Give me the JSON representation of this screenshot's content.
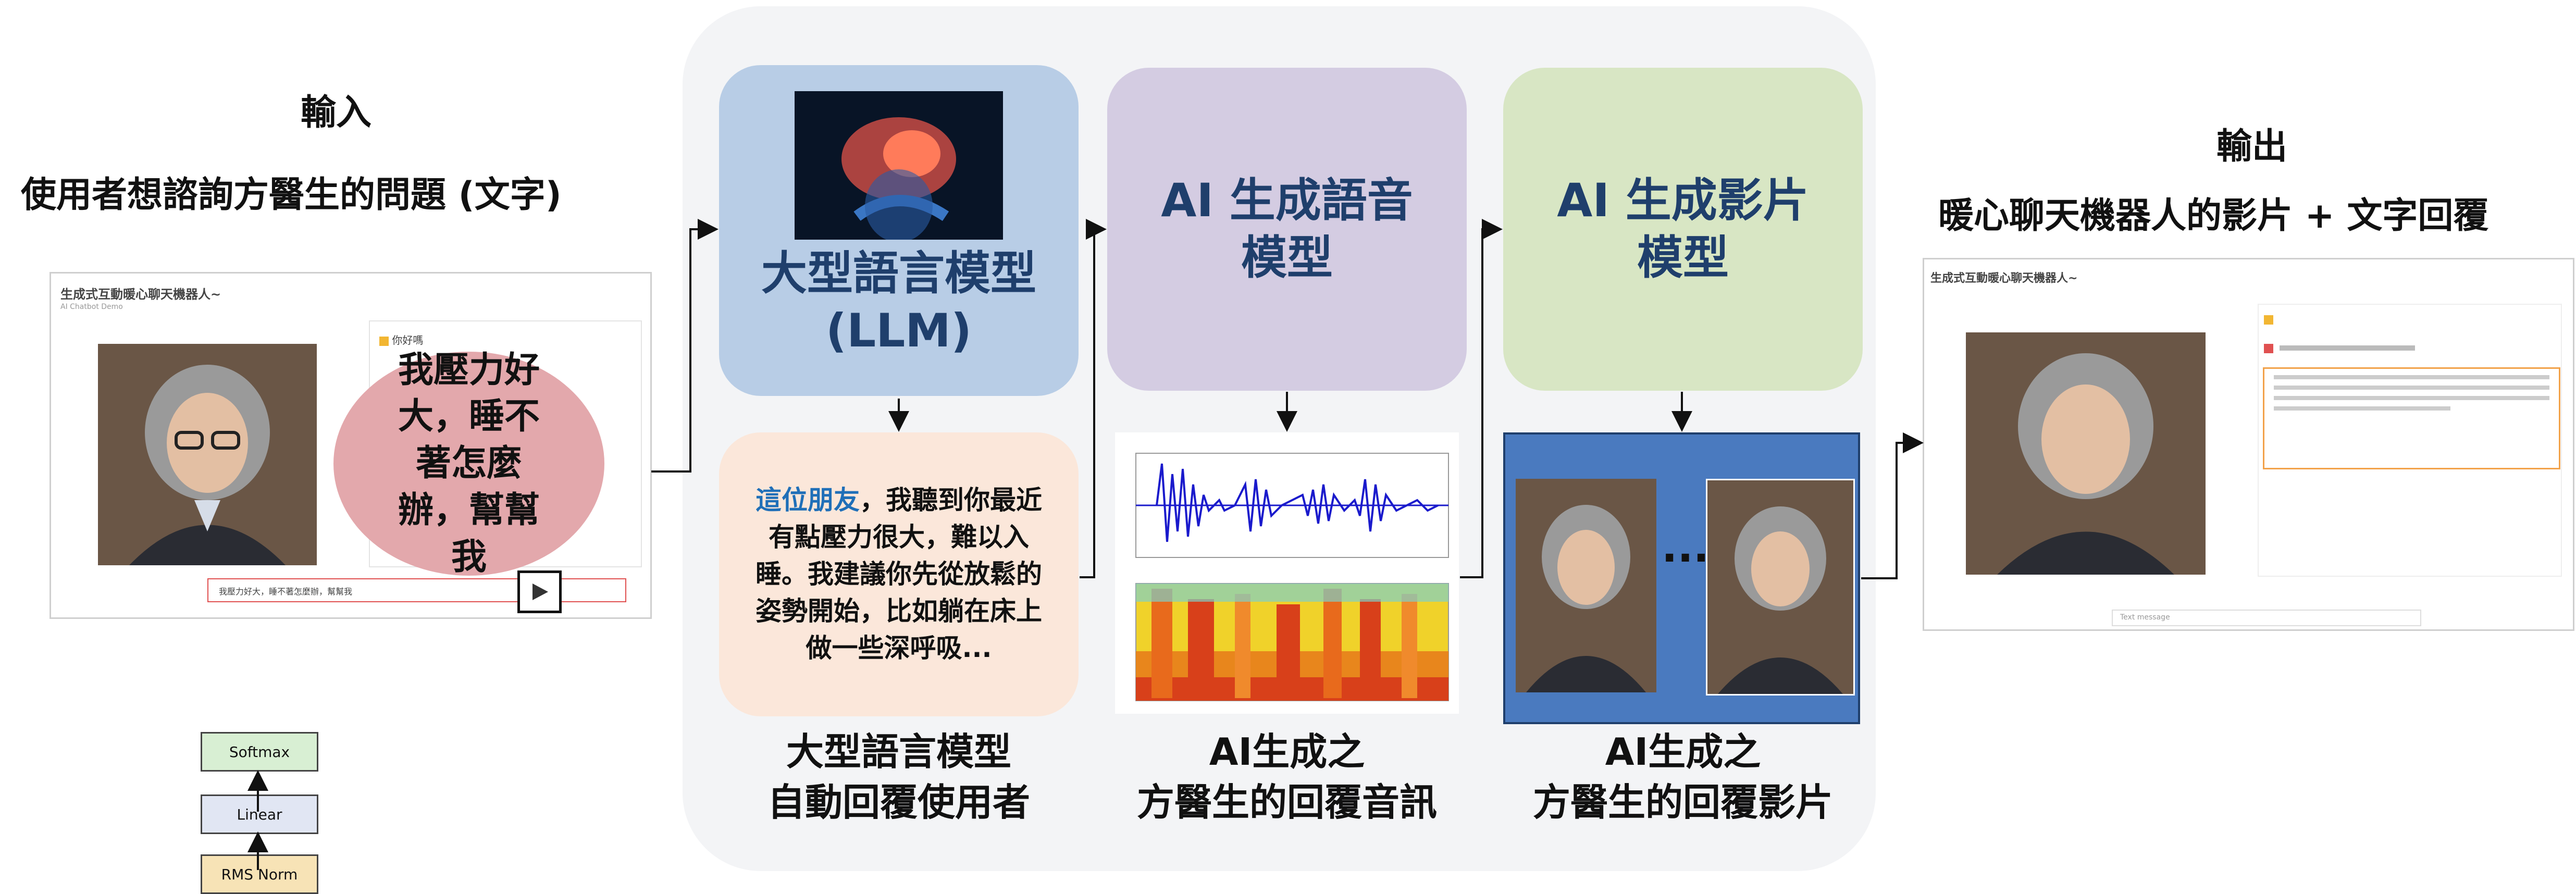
{
  "input": {
    "heading": "輸入",
    "subtitle": "使用者想諮詢方醫生的問題 (文字)",
    "app_title": "生成式互動暖心聊天機器人~",
    "app_subtitle": "AI Chatbot Demo",
    "chat_header": "你好嗎",
    "user_question": "我壓力好大，睡不著怎麼辦，幫幫我",
    "input_value": "我壓力好大，睡不著怎麼辦，幫幫我",
    "send_icon": "play-arrow-icon"
  },
  "llm": {
    "title_line1": "大型語言模型",
    "title_line2": "(LLM)",
    "reply_highlight": "這位朋友",
    "reply_rest": "，我聽到你最近有點壓力很大，難以入睡。我建議你先從放鬆的姿勢開始，比如躺在床上做一些深呼吸...",
    "caption_line1": "大型語言模型",
    "caption_line2": "自動回覆使用者"
  },
  "speech": {
    "title": "AI 生成語音模型",
    "caption_line1": "AI生成之",
    "caption_line2": "方醫生的回覆音訊"
  },
  "video": {
    "title": "AI 生成影片模型",
    "ellipsis": "...",
    "caption_line1": "AI生成之",
    "caption_line2": "方醫生的回覆影片"
  },
  "output": {
    "heading": "輸出",
    "subtitle": "暖心聊天機器人的影片 + 文字回覆",
    "app_title": "生成式互動暖心聊天機器人~",
    "placeholder": "Text message"
  },
  "arch": {
    "softmax": "Softmax",
    "linear": "Linear",
    "rms": "RMS Norm"
  },
  "colors": {
    "llm_box": "#b8cde6",
    "reply_box": "#fbe7da",
    "speech_box": "#d4cce2",
    "video_box": "#d8e6c4",
    "video_panel": "#4a7abf",
    "bubble": "#e3a8ac",
    "lane": "#f3f4f6",
    "waveform": "#1a1acc"
  }
}
